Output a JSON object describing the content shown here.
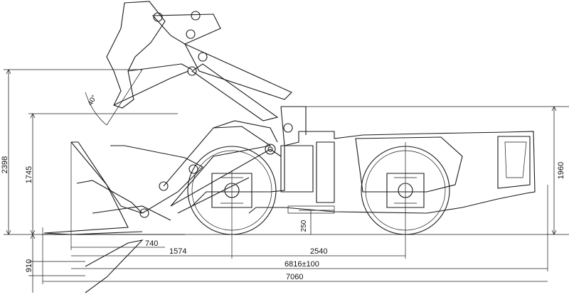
{
  "dimensions": {
    "height_raised_bucket_pivot": "2398",
    "height_cab_bottom": "1745",
    "height_overall": "1960",
    "ground_clearance": "250",
    "dig_depth": "910",
    "bucket_front_offset": "740",
    "front_overhang": "1574",
    "wheelbase": "2540",
    "overall_length_tolerance": "6816±100",
    "overall_length_max": "7060",
    "dump_angle": "40°"
  }
}
